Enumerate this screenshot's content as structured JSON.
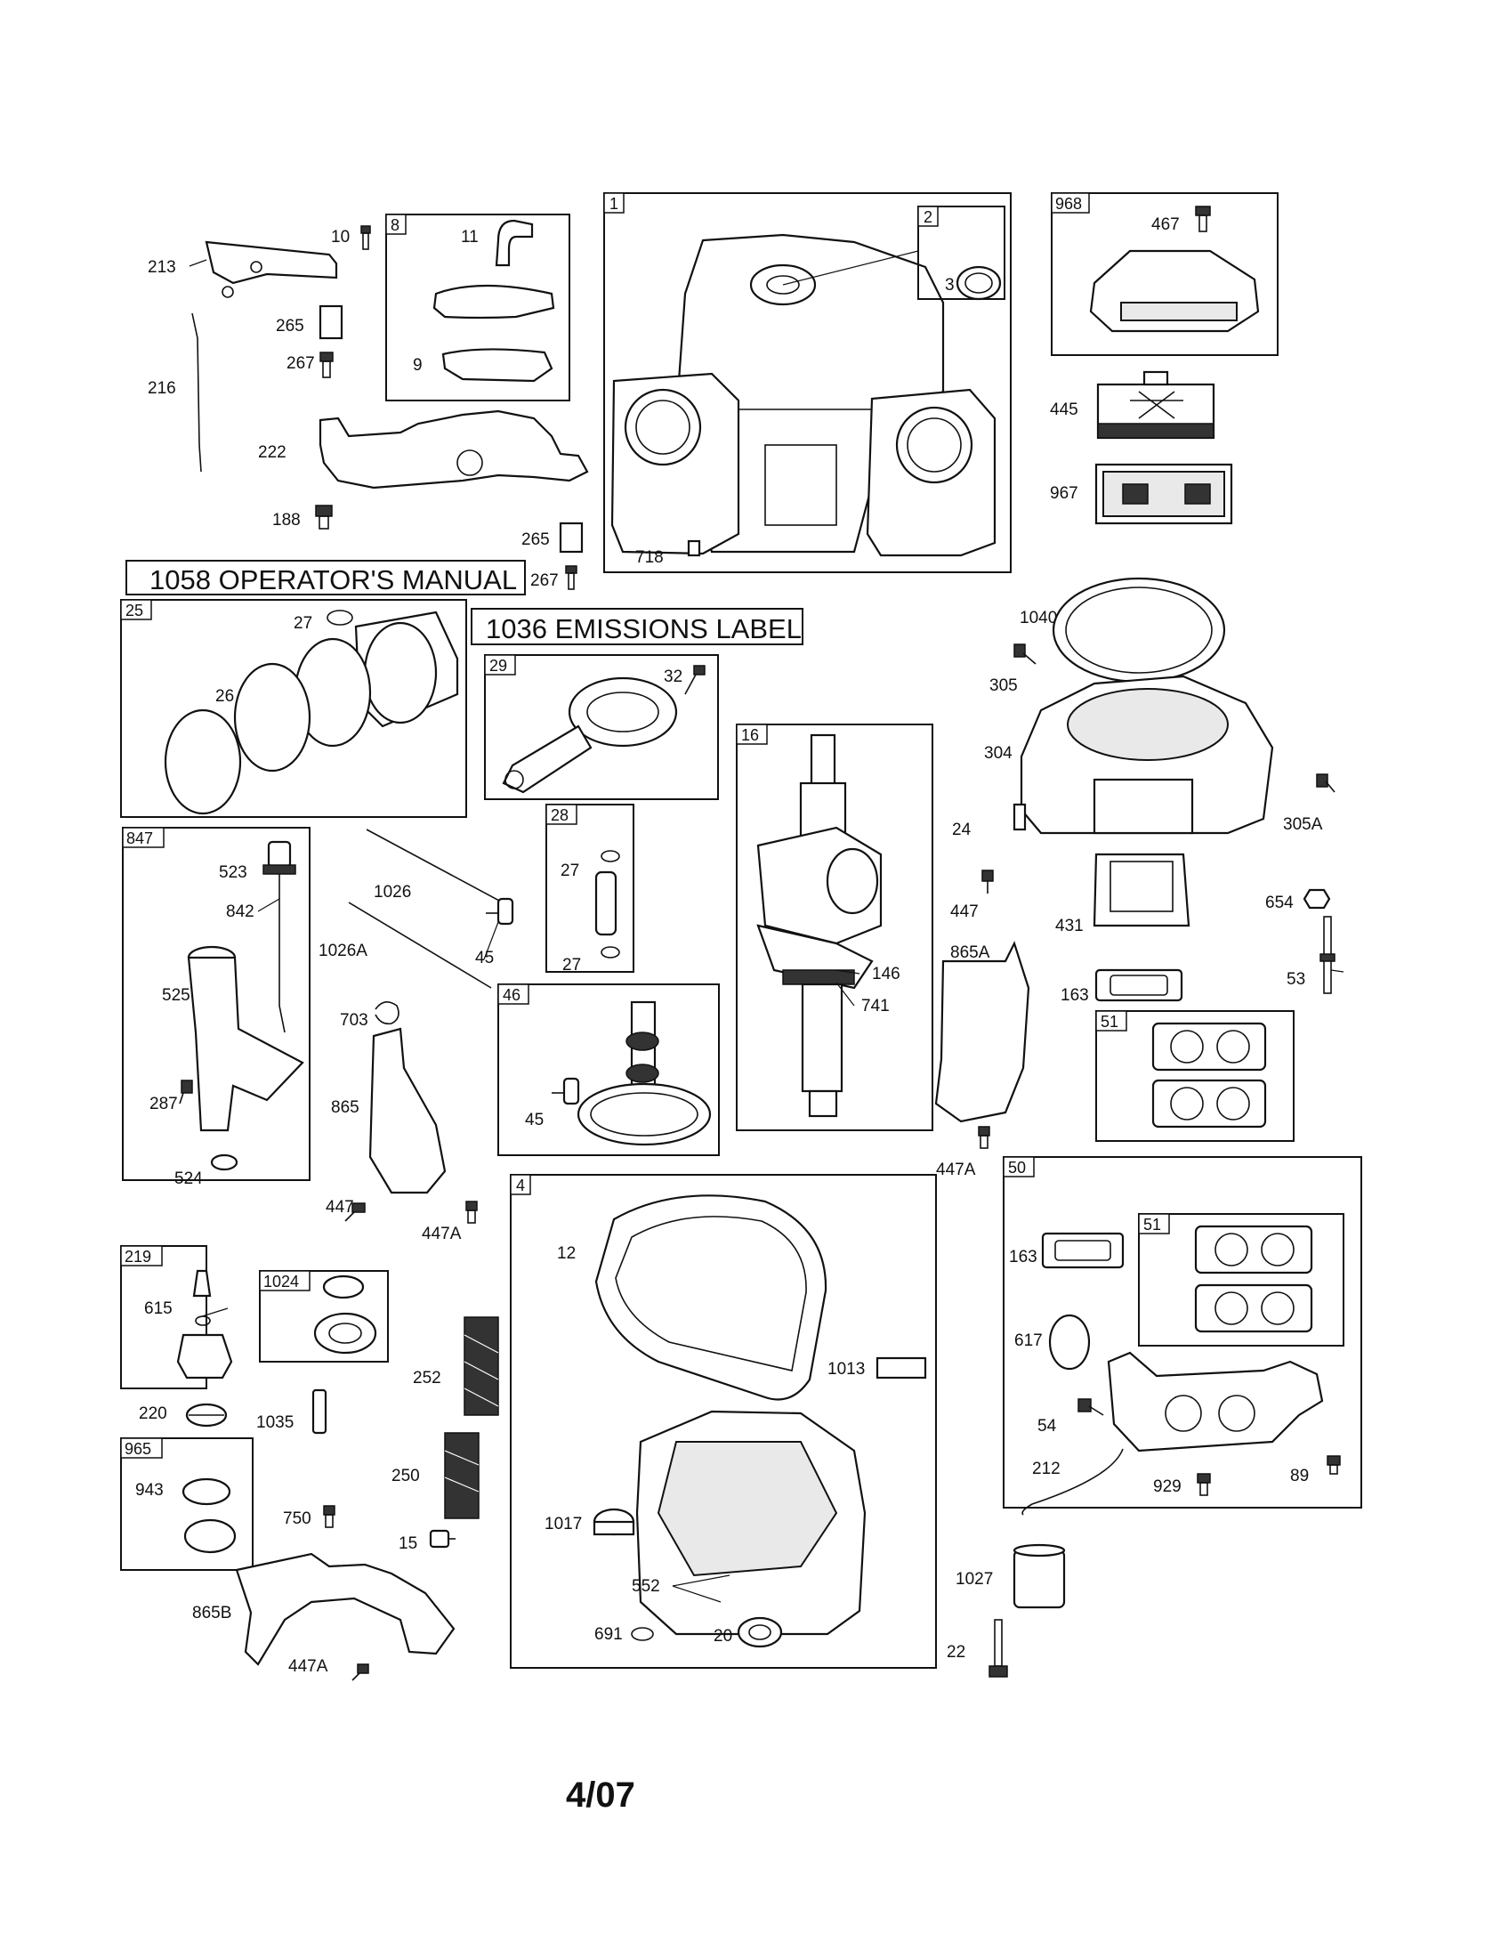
{
  "footer": {
    "date": "4/07"
  },
  "titles": {
    "manual": "1058 OPERATOR'S MANUAL",
    "emissions": "1036 EMISSIONS LABEL"
  },
  "boxes": {
    "b8": "8",
    "b1": "1",
    "b2": "2",
    "b968": "968",
    "b25": "25",
    "b29": "29",
    "b16": "16",
    "b847": "847",
    "b28": "28",
    "b46": "46",
    "b4": "4",
    "b51a": "51",
    "b50": "50",
    "b51b": "51",
    "b219": "219",
    "b1024": "1024",
    "b965": "965"
  },
  "parts": {
    "p10": "10",
    "p213": "213",
    "p11": "11",
    "p265a": "265",
    "p267a": "267",
    "p9": "9",
    "p216": "216",
    "p222": "222",
    "p188": "188",
    "p265b": "265",
    "p267b": "267",
    "p3": "3",
    "p718": "718",
    "p467": "467",
    "p445": "445",
    "p967": "967",
    "p1040": "1040",
    "p305": "305",
    "p304": "304",
    "p305A": "305A",
    "p27a": "27",
    "p26": "26",
    "p32": "32",
    "p24": "24",
    "p447a": "447",
    "p431": "431",
    "p654": "654",
    "p163a": "163",
    "p53": "53",
    "p865A": "865A",
    "p447Ab": "447A",
    "p523": "523",
    "p842": "842",
    "p525": "525",
    "p287": "287",
    "p524": "524",
    "p1026": "1026",
    "p1026A": "1026A",
    "p45a": "45",
    "p27b": "27",
    "p27c": "27",
    "p146": "146",
    "p741": "741",
    "p703": "703",
    "p865": "865",
    "p45b": "45",
    "p447b": "447",
    "p447Aa": "447A",
    "p12": "12",
    "p1013": "1013",
    "p1017": "1017",
    "p552": "552",
    "p691": "691",
    "p20": "20",
    "p163b": "163",
    "p617": "617",
    "p54": "54",
    "p212": "212",
    "p929": "929",
    "p89": "89",
    "p1027": "1027",
    "p22": "22",
    "p615": "615",
    "p220": "220",
    "p1035": "1035",
    "p252": "252",
    "p943": "943",
    "p250": "250",
    "p750": "750",
    "p15": "15",
    "p865B": "865B",
    "p447Ac": "447A"
  }
}
